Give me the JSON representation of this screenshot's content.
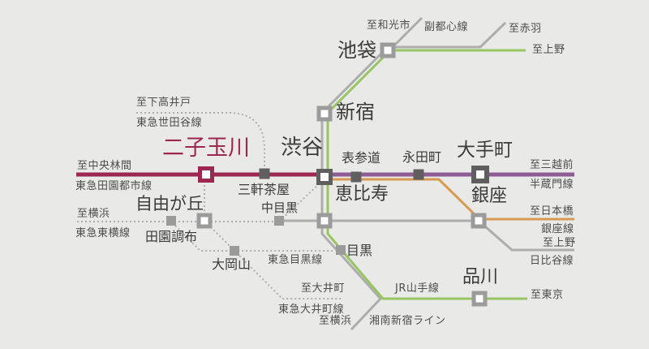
{
  "colors": {
    "background": "#e9e9e7",
    "tokyu_dentoshi_crimson": "#9c2750",
    "hanzomon_purple": "#8e5d96",
    "ginza_orange": "#d69a50",
    "yamanote_green": "#97c661",
    "jr_gray": "#adadad",
    "dotted_line_gray": "#aeaeae",
    "station_dark_gray": "#5f5f5f",
    "station_medium_gray": "#9b9b9b",
    "station_text": "#3b3b3b",
    "label_text": "#4d4d4d"
  },
  "stations": {
    "futakotamagawa": "二子玉川",
    "shibuya": "渋谷",
    "shinjuku": "新宿",
    "ikebukuro": "池袋",
    "otemachi": "大手町",
    "ginza": "銀座",
    "shinagawa": "品川",
    "ebisu": "恵比寿",
    "jiyugaoka": "自由が丘",
    "sangenjaya": "三軒茶屋",
    "omotesando": "表参道",
    "nagatacho": "永田町",
    "nakameguro": "中目黒",
    "denenchofu": "田園調布",
    "ookayama": "大岡山",
    "meguro": "目黒"
  },
  "lines": {
    "dentoshi": {
      "name": "東急田園都市線",
      "to": "至中央林間"
    },
    "hanzomon": {
      "name": "半蔵門線",
      "to": "至三越前"
    },
    "ginza_line": {
      "name": "銀座線",
      "to": "至日本橋"
    },
    "hibiya": {
      "name": "日比谷線",
      "to": "至上野"
    },
    "yamanote": {
      "name": "JR山手線",
      "to_tokyo": "至東京",
      "to_ueno": "至上野"
    },
    "shonan": {
      "name": "湘南新宿ライン",
      "to": "至横浜"
    },
    "fukutoshin": {
      "name": "副都心線",
      "to": "至和光市"
    },
    "akabane_branch": {
      "to": "至赤羽"
    },
    "setagaya": {
      "name": "東急世田谷線",
      "to": "至下高井戸"
    },
    "toyoko": {
      "name": "東急東横線",
      "to": "至横浜"
    },
    "oimachi_line": {
      "name": "東急大井町線",
      "to": "至大井町"
    },
    "meguro_line": {
      "name": "東急目黒線"
    }
  }
}
